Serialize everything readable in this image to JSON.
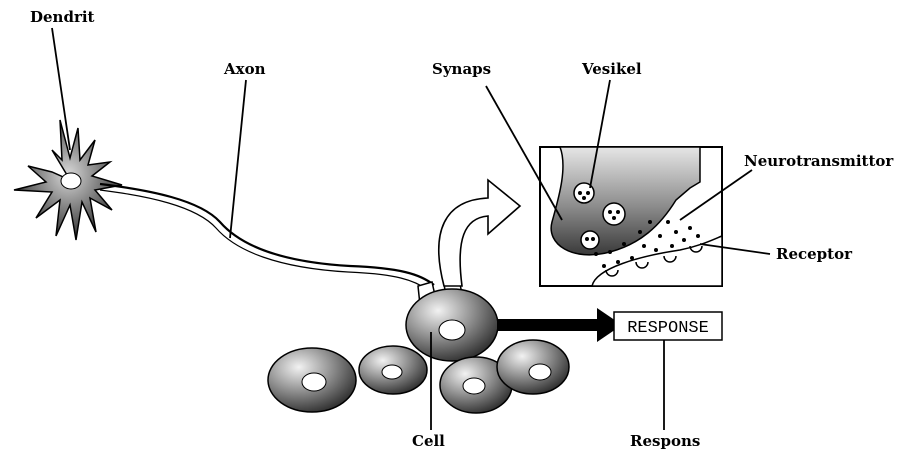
{
  "labels": {
    "dendrit": "Dendrit",
    "axon": "Axon",
    "synaps": "Synaps",
    "vesikel": "Vesikel",
    "neurotransmittor": "Neurotransmittor",
    "receptor": "Receptor",
    "cell": "Cell",
    "respons": "Respons"
  },
  "response_box_text": "RESPONSE",
  "colors": {
    "ink": "#000000",
    "cell_fill": "#8a8a8a",
    "cell_highlight": "#e8e8e8",
    "background": "#ffffff"
  }
}
